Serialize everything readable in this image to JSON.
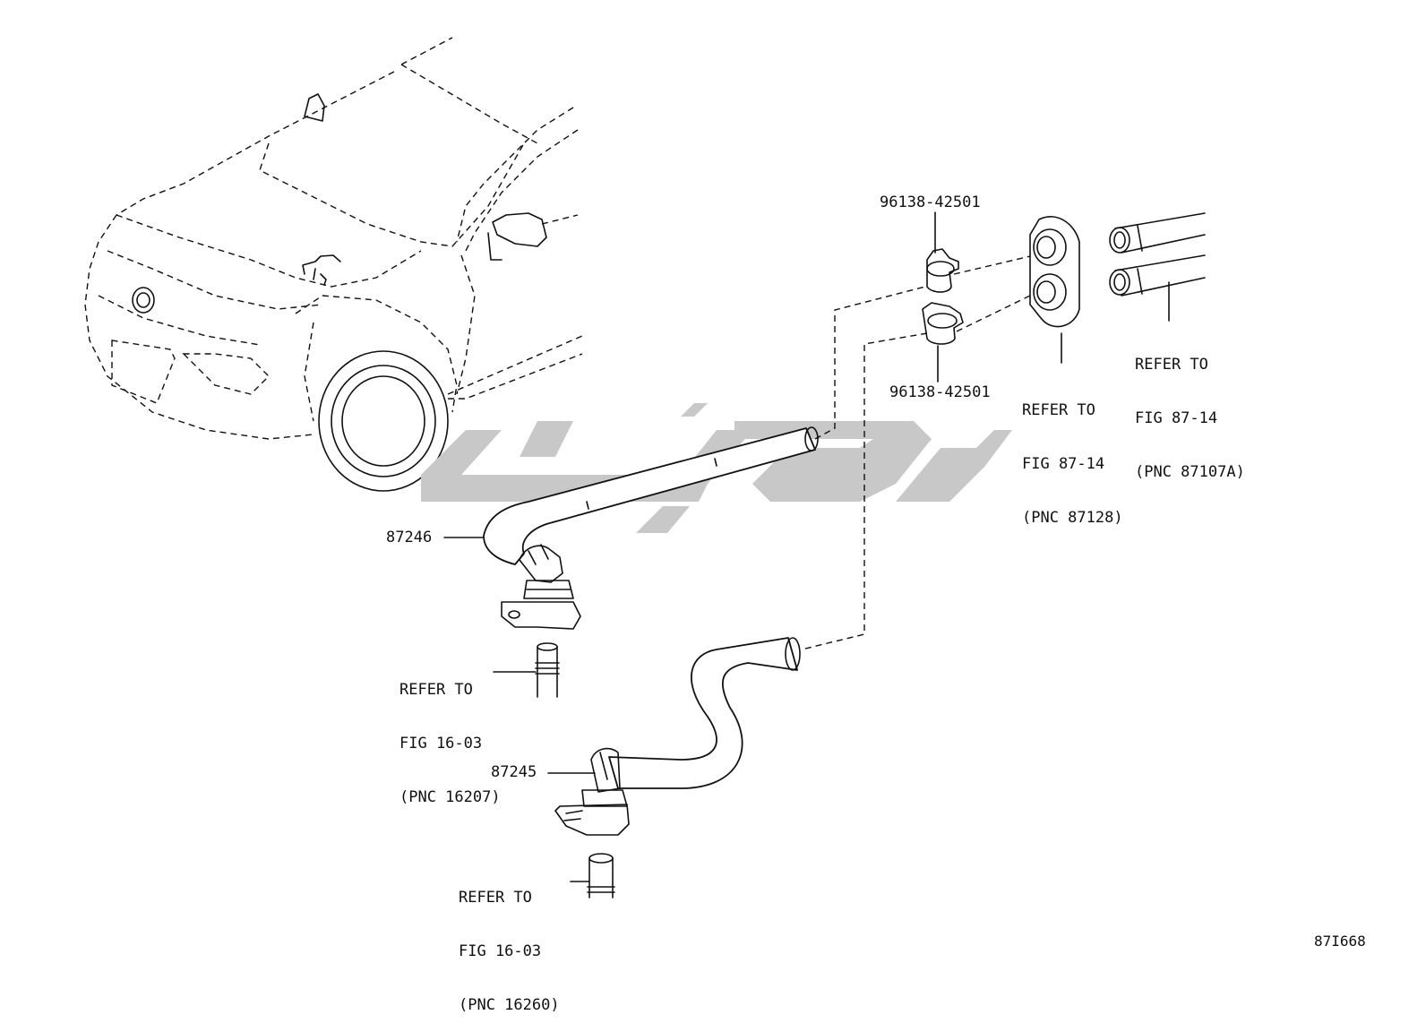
{
  "diagram": {
    "figure_code": "87I668",
    "watermark_color": "#c8c8c8",
    "line_color": "#111111",
    "parts": [
      {
        "id": "hose_upper",
        "part_no": "87246"
      },
      {
        "id": "hose_lower",
        "part_no": "87245"
      },
      {
        "id": "clamp_upper",
        "part_no": "96138-42501"
      },
      {
        "id": "clamp_lower",
        "part_no": "96138-42501"
      }
    ],
    "refs": {
      "grommet": {
        "line1": "REFER TO",
        "line2": "FIG 87-14",
        "line3": "(PNC 87128)"
      },
      "heater_pipes": {
        "line1": "REFER TO",
        "line2": "FIG 87-14",
        "line3": "(PNC 87107A)"
      },
      "upper_pipe": {
        "line1": "REFER TO",
        "line2": "FIG 16-03",
        "line3": "(PNC 16207)"
      },
      "lower_pipe": {
        "line1": "REFER TO",
        "line2": "FIG 16-03",
        "line3": "(PNC 16260)"
      }
    }
  }
}
